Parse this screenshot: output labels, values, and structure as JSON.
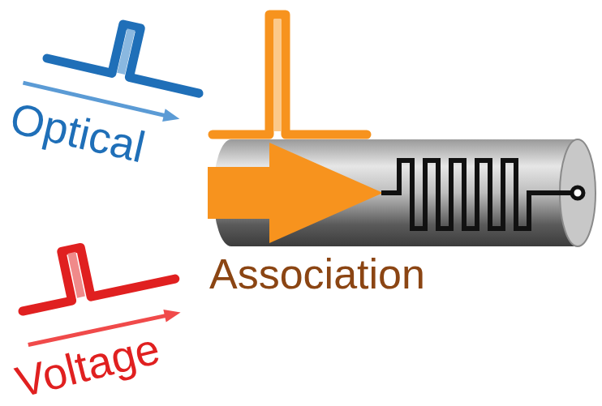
{
  "diagram": {
    "labels": [
      "Optical",
      "Association",
      "Voltage"
    ]
  }
}
